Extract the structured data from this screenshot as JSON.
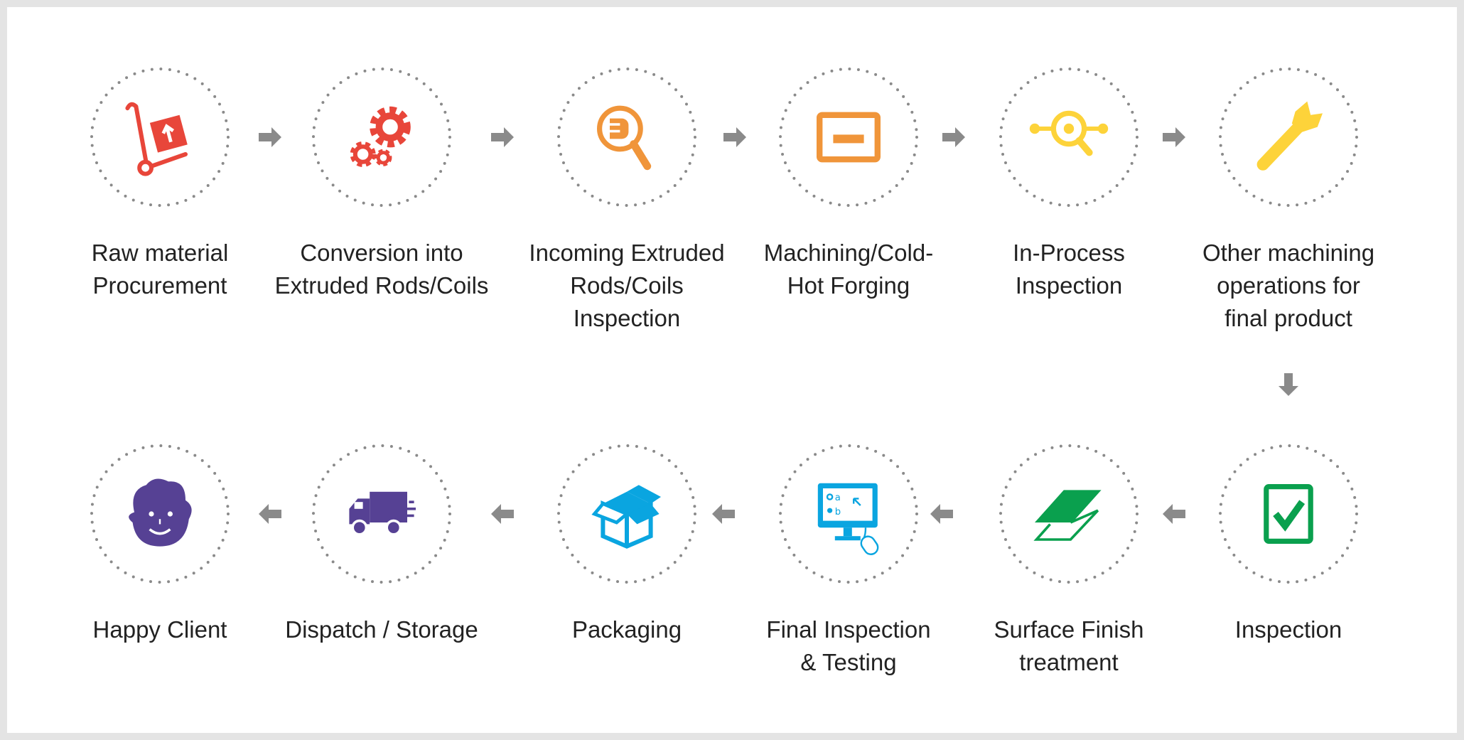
{
  "colors": {
    "red": "#e8463a",
    "orange": "#f0953a",
    "yellow": "#fdd33a",
    "green": "#0aa04e",
    "blue": "#0aa5e0",
    "purple": "#564194",
    "arrow": "#8a8a8a",
    "ring": "#8a8a8a"
  },
  "steps": [
    {
      "label": "Raw material Procurement",
      "lines": [
        "Raw material",
        "Procurement"
      ],
      "icon": "hand-truck-icon",
      "color": "red"
    },
    {
      "label": "Conversion into Extruded Rods/Coils",
      "lines": [
        "Conversion into",
        "Extruded Rods/Coils"
      ],
      "icon": "gears-icon",
      "color": "red"
    },
    {
      "label": "Incoming Extruded Rods/Coils Inspection",
      "lines": [
        "Incoming Extruded",
        "Rods/Coils",
        "Inspection"
      ],
      "icon": "magnifier-icon",
      "color": "orange"
    },
    {
      "label": "Machining/Cold-Hot Forging",
      "lines": [
        "Machining/Cold-",
        "Hot Forging"
      ],
      "icon": "forging-icon",
      "color": "orange"
    },
    {
      "label": "In-Process Inspection",
      "lines": [
        "In-Process",
        "Inspection"
      ],
      "icon": "process-inspection-icon",
      "color": "yellow"
    },
    {
      "label": "Other machining operations for final product",
      "lines": [
        "Other machining",
        "operations for",
        "final product"
      ],
      "icon": "wrench-icon",
      "color": "yellow"
    },
    {
      "label": "Inspection",
      "lines": [
        "Inspection"
      ],
      "icon": "checkbox-icon",
      "color": "green"
    },
    {
      "label": "Surface Finish treatment",
      "lines": [
        "Surface Finish",
        "treatment"
      ],
      "icon": "surface-layers-icon",
      "color": "green"
    },
    {
      "label": "Final Inspection & Testing",
      "lines": [
        "Final Inspection",
        "& Testing"
      ],
      "icon": "computer-test-icon",
      "color": "blue"
    },
    {
      "label": "Packaging",
      "lines": [
        "Packaging"
      ],
      "icon": "open-box-icon",
      "color": "blue"
    },
    {
      "label": "Dispatch / Storage",
      "lines": [
        "Dispatch / Storage"
      ],
      "icon": "delivery-truck-icon",
      "color": "purple"
    },
    {
      "label": "Happy Client",
      "lines": [
        "Happy Client"
      ],
      "icon": "happy-face-icon",
      "color": "purple"
    }
  ]
}
